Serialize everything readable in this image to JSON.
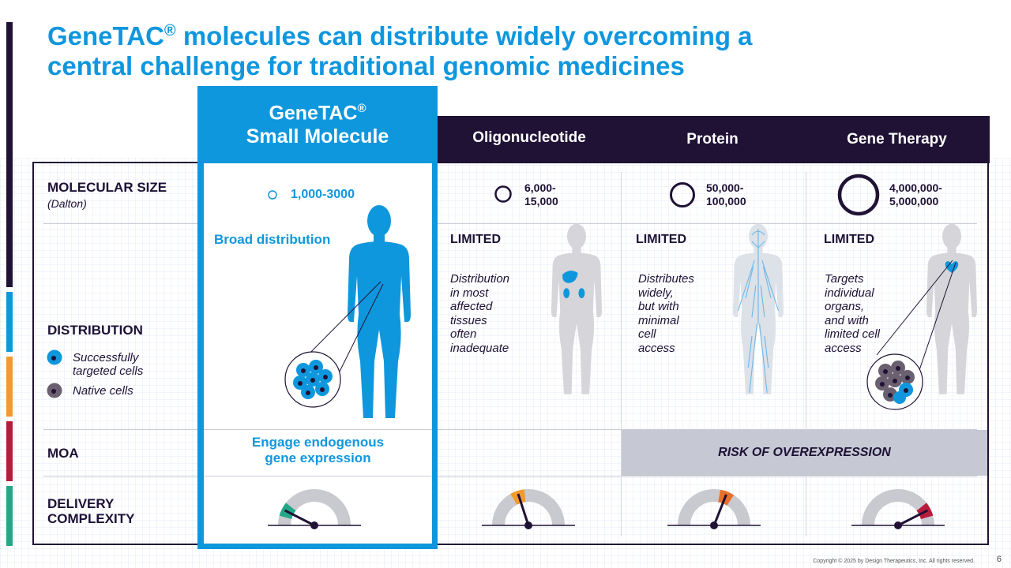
{
  "title": {
    "line1_pre": "GeneTAC",
    "line1_sup": "®",
    "line1_post": " molecules can distribute widely overcoming a",
    "line2": "central challenge for traditional genomic medicines"
  },
  "columns": {
    "genetac_line1": "GeneTAC",
    "genetac_sup": "®",
    "genetac_line2": "Small Molecule",
    "oligo": "Oligonucleotide",
    "protein": "Protein",
    "gene_therapy": "Gene Therapy"
  },
  "rows": {
    "molecular_size": "MOLECULAR SIZE",
    "molecular_size_unit": "(Dalton)",
    "distribution": "DISTRIBUTION",
    "moa": "MOA",
    "delivery_line1": "DELIVERY",
    "delivery_line2": "COMPLEXITY"
  },
  "legend": {
    "targeted": "Successfully\ntargeted cells",
    "native": "Native cells"
  },
  "sizes": {
    "genetac": "1,000-3000",
    "oligo_1": "6,000-",
    "oligo_2": "15,000",
    "protein_1": "50,000-",
    "protein_2": "100,000",
    "gene_1": "4,000,000-",
    "gene_2": "5,000,000"
  },
  "distribution": {
    "genetac": "Broad distribution",
    "oligo_label": "LIMITED",
    "oligo_desc": "Distribution\nin most\naffected\ntissues\noften\ninadequate",
    "protein_label": "LIMITED",
    "protein_desc": "Distributes\nwidely,\nbut with\nminimal\ncell\naccess",
    "gene_label": "LIMITED",
    "gene_desc": "Targets\nindividual\norgans,\nand with\nlimited cell\naccess"
  },
  "moa": {
    "genetac_1": "Engage endogenous",
    "genetac_2": "gene expression",
    "risk": "RISK OF OVEREXPRESSION"
  },
  "gauges": [
    {
      "name": "genetac",
      "level": 0.15,
      "color": "#23a887"
    },
    {
      "name": "oligo",
      "level": 0.4,
      "color": "#f29a2e"
    },
    {
      "name": "protein",
      "level": 0.62,
      "color": "#e8702a"
    },
    {
      "name": "gene-therapy",
      "level": 0.85,
      "color": "#b71c3c"
    }
  ],
  "colors": {
    "brand_blue": "#0f97dd",
    "dark_navy": "#1f1235",
    "targeted_cell": "#0f97dd",
    "native_cell": "#6a6070",
    "body_gray": "#d5d5da"
  },
  "footer": {
    "copyright": "Copyright © 2025 by Design Therapeutics, Inc. All rights reserved.",
    "page": "6"
  }
}
